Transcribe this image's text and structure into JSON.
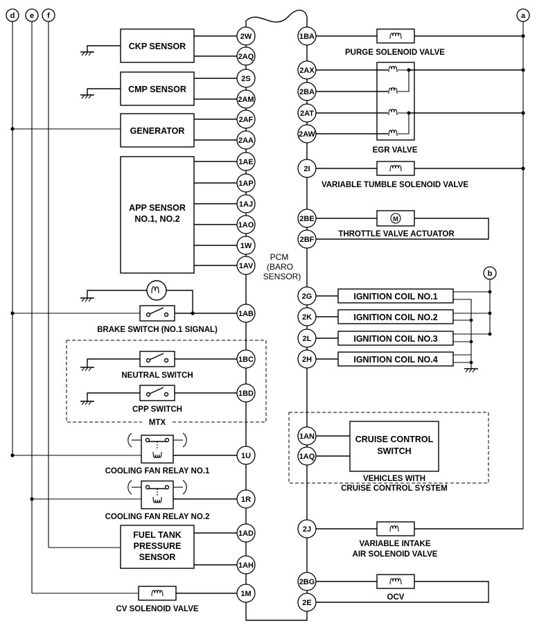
{
  "pcm_label_lines": [
    "PCM",
    "(BARO",
    "SENSOR)"
  ],
  "buses": [
    "d",
    "e",
    "f",
    "a",
    "b"
  ],
  "components": {
    "ckp_sensor": "CKP SENSOR",
    "cmp_sensor": "CMP SENSOR",
    "generator": "GENERATOR",
    "app_sensor": [
      "APP SENSOR",
      "NO.1, NO.2"
    ],
    "fuel_tank_pressure_sensor": [
      "FUEL TANK",
      "PRESSURE",
      "SENSOR"
    ],
    "cruise_control_switch": [
      "CRUISE CONTROL",
      "SWITCH"
    ],
    "ignition_coils": [
      "IGNITION COIL NO.1",
      "IGNITION COIL NO.2",
      "IGNITION COIL NO.3",
      "IGNITION COIL NO.4"
    ]
  },
  "labels": {
    "brake_switch": "BRAKE SWITCH (NO.1 SIGNAL)",
    "neutral_switch": "NEUTRAL SWITCH",
    "cpp_switch": "CPP SWITCH",
    "mtx": "MTX",
    "cooling_fan_relay_1": "COOLING FAN RELAY NO.1",
    "cooling_fan_relay_2": "COOLING FAN RELAY NO.2",
    "cv_solenoid_valve": "CV SOLENOID VALVE",
    "purge_solenoid_valve": "PURGE SOLENOID VALVE",
    "egr_valve": "EGR VALVE",
    "variable_tumble_solenoid_valve": "VARIABLE TUMBLE SOLENOID VALVE",
    "throttle_valve_actuator": "THROTTLE VALVE ACTUATOR",
    "vehicles_with_cruise": [
      "VEHICLES WITH",
      "CRUISE CONTROL SYSTEM"
    ],
    "variable_intake_air_solenoid_valve": [
      "VARIABLE INTAKE",
      "AIR SOLENOID VALVE"
    ],
    "ocv": "OCV"
  },
  "pins_left": [
    "2W",
    "2AQ",
    "2S",
    "2AM",
    "2AF",
    "2AA",
    "1AE",
    "1AP",
    "1AJ",
    "1AO",
    "1W",
    "1AV",
    "1AB",
    "1BC",
    "1BD",
    "1U",
    "1R",
    "1AD",
    "1AH",
    "1M"
  ],
  "pins_right": [
    "1BA",
    "2AX",
    "2BA",
    "2AT",
    "2AW",
    "2I",
    "2BE",
    "2BF",
    "2G",
    "2K",
    "2L",
    "2H",
    "1AN",
    "1AQ",
    "2J",
    "2BG",
    "2E"
  ]
}
